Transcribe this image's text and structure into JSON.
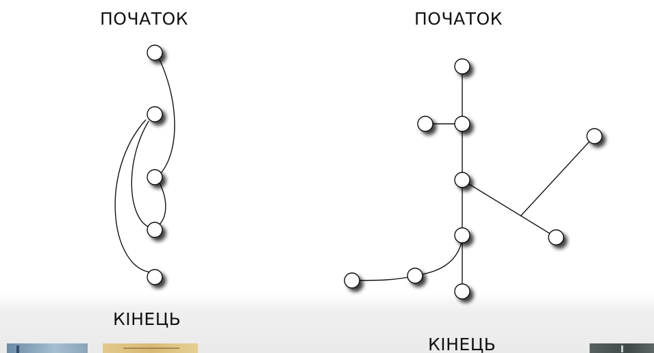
{
  "diagrams": [
    {
      "start_label": "ПОЧАТОК",
      "end_label": "КІНЕЦЬ"
    },
    {
      "start_label": "ПОЧАТОК",
      "end_label": "КІНЕЦЬ"
    }
  ],
  "colors": {
    "background": "#ffffff",
    "node_fill": "#ffffff",
    "node_stroke": "#111111",
    "edge_stroke": "#111111",
    "label_text": "#111111",
    "bottom_band": "#eaeaea"
  }
}
